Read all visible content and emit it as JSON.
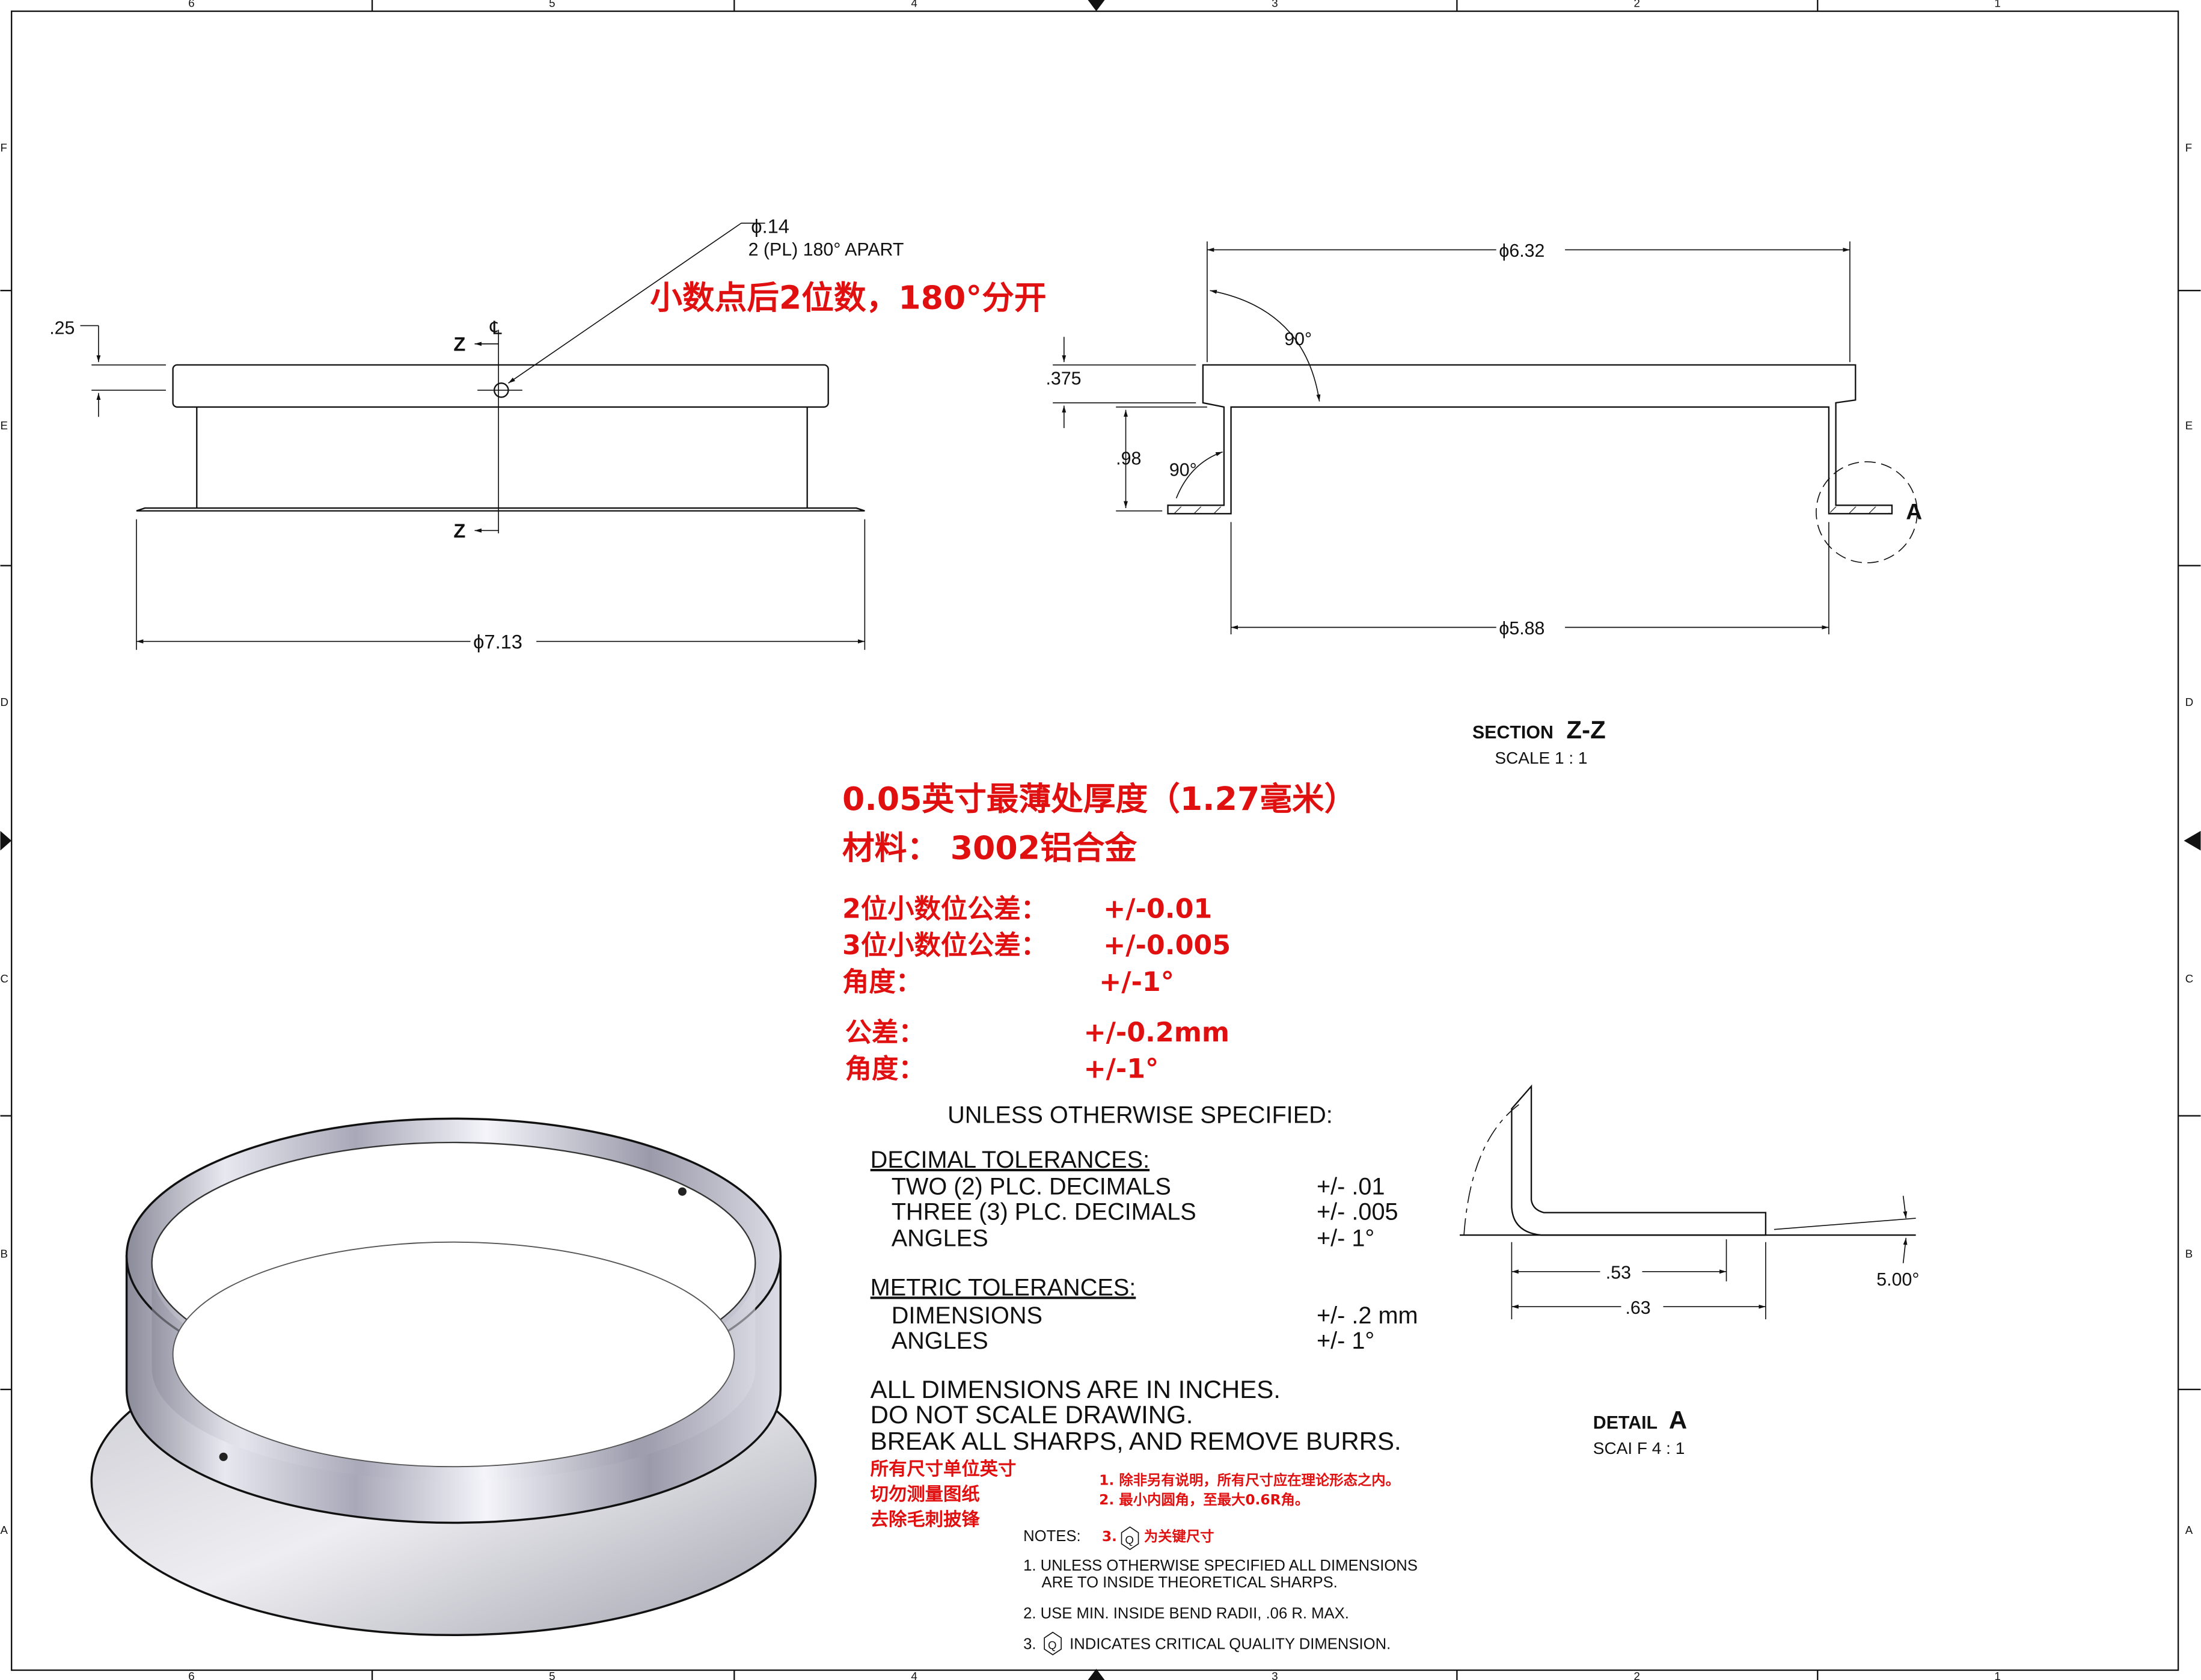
{
  "border": {
    "columns": [
      "6",
      "5",
      "4",
      "3",
      "2",
      "1"
    ],
    "rows": [
      "F",
      "E",
      "D",
      "C",
      "B",
      "A"
    ]
  },
  "top_view": {
    "hole_dim": "ϕ.14",
    "hole_note": "2 (PL) 180° APART",
    "red_note": "小数点后2位数，180°分开",
    "flange_thickness": ".25",
    "centerline": "℄",
    "section_mark_top": "Z",
    "section_mark_bottom": "Z",
    "outer_diameter": "ϕ7.13"
  },
  "section_view": {
    "top_diameter": "ϕ6.32",
    "inner_diameter": "ϕ5.88",
    "flange_height": ".375",
    "wall_height": ".98",
    "angle_top": "90°",
    "angle_bottom": "90°",
    "detail_callout": "A",
    "title_prefix": "SECTION",
    "title_id": "Z-Z",
    "scale": "SCALE 1 : 1"
  },
  "detail_view": {
    "dim_inner": ".53",
    "dim_outer": ".63",
    "angle": "5.00°",
    "title_prefix": "DETAIL",
    "title_id": "A",
    "scale": "SCAI F 4 : 1"
  },
  "red_specs": {
    "thickness": "0.05英寸最薄处厚度（1.27毫米）",
    "material": "材料： 3002铝合金",
    "tolerances": [
      {
        "label": "2位小数位公差：",
        "value": "+/-0.01"
      },
      {
        "label": "3位小数位公差：",
        "value": "+/-0.005"
      },
      {
        "label": "角度：",
        "value": "+/-1°"
      },
      {
        "label": "公差：",
        "value": "+/-0.2mm"
      },
      {
        "label": "角度：",
        "value": "+/-1°"
      }
    ]
  },
  "tolerance_block": {
    "heading": "UNLESS OTHERWISE SPECIFIED:",
    "decimal_heading": "DECIMAL TOLERANCES:",
    "decimal_rows": [
      {
        "label": "TWO (2) PLC. DECIMALS",
        "value": "+/- .01"
      },
      {
        "label": "THREE (3) PLC. DECIMALS",
        "value": "+/- .005"
      },
      {
        "label": "ANGLES",
        "value": "+/- 1°"
      }
    ],
    "metric_heading": "METRIC TOLERANCES:",
    "metric_rows": [
      {
        "label": "DIMENSIONS",
        "value": "+/- .2 mm"
      },
      {
        "label": "ANGLES",
        "value": "+/- 1°"
      }
    ],
    "general": [
      "ALL DIMENSIONS ARE IN INCHES.",
      "DO NOT SCALE DRAWING.",
      "BREAK ALL SHARPS, AND REMOVE BURRS."
    ],
    "general_cn": [
      "所有尺寸单位英寸",
      "切勿测量图纸",
      "去除毛刺披锋"
    ]
  },
  "notes": {
    "label": "NOTES:",
    "cn": [
      "1. 除非另有说明，所有尺寸应在理论形态之内。",
      "2. 最小内圆角，至最大0.6R角。"
    ],
    "cn3_num": "3.",
    "cn3_text": "为关键尺寸",
    "q_symbol": "Q",
    "items": [
      "1. UNLESS OTHERWISE SPECIFIED ALL DIMENSIONS",
      "ARE TO INSIDE THEORETICAL SHARPS.",
      "2. USE MIN. INSIDE BEND RADII, .06 R. MAX."
    ],
    "item3_num": "3.",
    "item3_text": "INDICATES CRITICAL QUALITY DIMENSION."
  }
}
